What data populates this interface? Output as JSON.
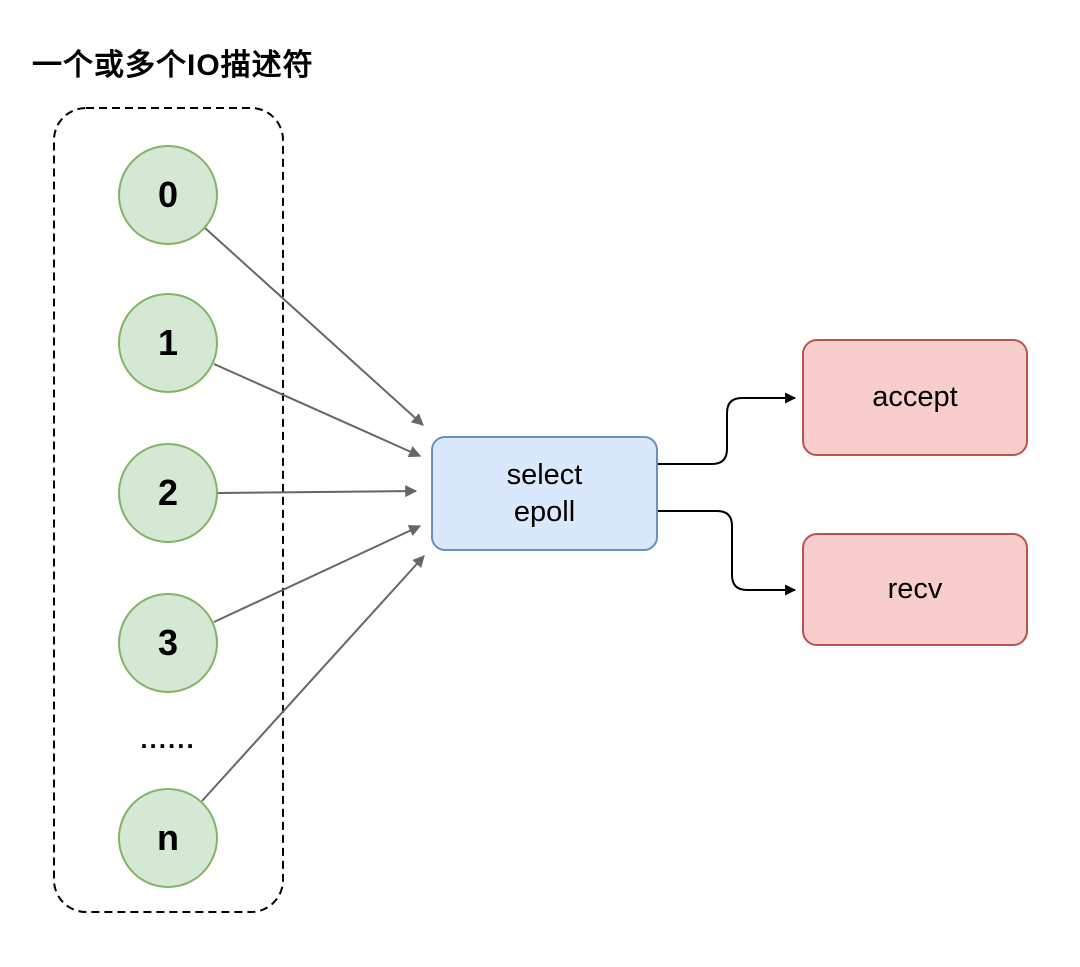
{
  "title": "一个或多个IO描述符",
  "descriptor_group": {
    "nodes": [
      {
        "label": "0"
      },
      {
        "label": "1"
      },
      {
        "label": "2"
      },
      {
        "label": "3"
      },
      {
        "label": "n"
      }
    ],
    "ellipsis": "......"
  },
  "multiplexer": {
    "line1": "select",
    "line2": "epoll"
  },
  "handlers": [
    {
      "label": "accept"
    },
    {
      "label": "recv"
    }
  ],
  "colors": {
    "node_fill": "#d5e8d4",
    "node_stroke": "#82b366",
    "mux_fill": "#dae8fc",
    "mux_stroke": "#6c8ebf",
    "handler_fill": "#f8cecc",
    "handler_stroke": "#b85450",
    "input_arrow": "#666666",
    "output_arrow": "#000000",
    "group_border": "#000000",
    "text": "#000000"
  }
}
